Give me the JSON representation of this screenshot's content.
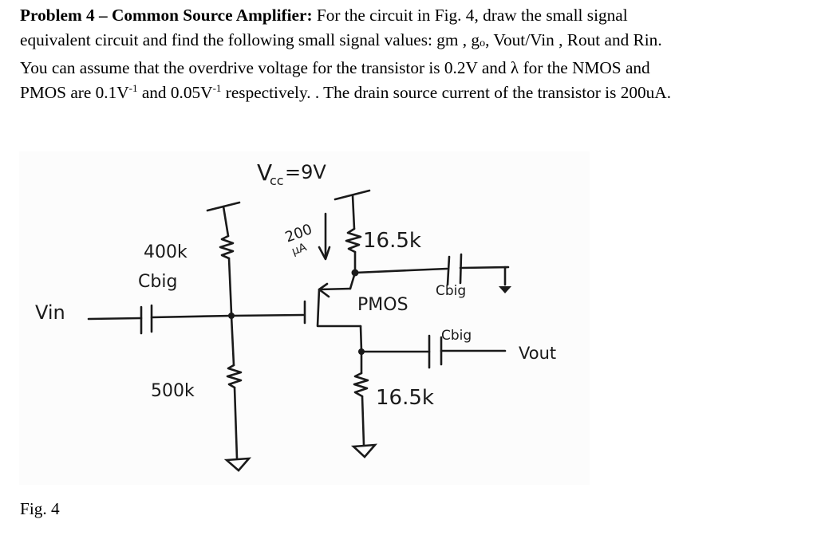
{
  "problem": {
    "title": "Problem 4 – Common Source Amplifier:",
    "line1_rest": " For the circuit in Fig. 4, draw the small signal",
    "line2_a": "equivalent circuit and find the following small signal values: gm , g",
    "line2_sub": "o",
    "line2_b": ", Vout/Vin , Rout and Rin.",
    "line3": "You can assume that the overdrive voltage for the transistor is 0.2V and λ for the NMOS and",
    "line4_a": "PMOS are 0.1V",
    "line4_sup1": "-1",
    "line4_b": " and 0.05V",
    "line4_sup2": "-1",
    "line4_c": " respectively. . The drain source current of the transistor is 200uA."
  },
  "figure": {
    "supply_label": "Vcc=9V",
    "vin_label": "Vin",
    "vout_label": "Vout",
    "r_top_bias": "400k",
    "r_bottom_bias": "500k",
    "r_source": "16.5k",
    "r_drain": "16.5k",
    "c_in_label": "Cbig",
    "c_bypass_label": "Cbig",
    "c_out_label": "Cbig",
    "current_label": "200",
    "current_unit": "µA",
    "transistor_label": "PMOS"
  },
  "caption": "Fig. 4"
}
